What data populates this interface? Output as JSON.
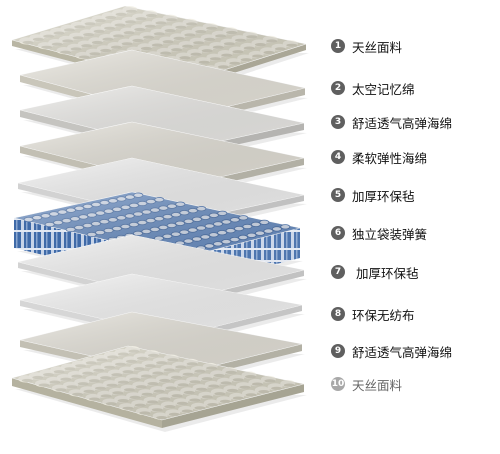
{
  "layers": [
    {
      "number": "1",
      "label": "天丝面料",
      "kind": "quilted-fabric",
      "top_color": "#dbd8c7",
      "edge_color": "#b9b6a4"
    },
    {
      "number": "2",
      "label": "太空记忆绵",
      "kind": "foam",
      "top_color": "#e9e6dd",
      "edge_color": "#c9c6ba"
    },
    {
      "number": "3",
      "label": "舒适透气高弹海绵",
      "kind": "foam",
      "top_color": "#ecebe8",
      "edge_color": "#c5c4c0"
    },
    {
      "number": "4",
      "label": "柔软弹性海绵",
      "kind": "foam",
      "top_color": "#e5e2d9",
      "edge_color": "#c2bfb3"
    },
    {
      "number": "5",
      "label": "加厚环保毡",
      "kind": "felt",
      "top_color": "#f3f3f3",
      "edge_color": "#d2d2d2"
    },
    {
      "number": "6",
      "label": "独立袋装弹簧",
      "kind": "pocket-springs",
      "top_color": "#6a8fc4",
      "edge_color": "#3e5f92"
    },
    {
      "number": "7",
      "label": "加厚环保毡",
      "kind": "felt",
      "top_color": "#f4f4f4",
      "edge_color": "#d3d3d3"
    },
    {
      "number": "8",
      "label": "环保无纺布",
      "kind": "fabric",
      "top_color": "#f6f6f6",
      "edge_color": "#d6d6d6"
    },
    {
      "number": "9",
      "label": "舒适透气高弹海绵",
      "kind": "foam",
      "top_color": "#e6e3da",
      "edge_color": "#c3c0b4"
    },
    {
      "number": "10",
      "label": "天丝面料",
      "kind": "quilted-fabric",
      "top_color": "#d9d6c5",
      "edge_color": "#b5b2a0",
      "muted": true
    }
  ],
  "colors": {
    "badge": "#5f5f5f",
    "badge_muted": "#a8a8a8",
    "label_text": "#111111",
    "label_muted": "#666666"
  }
}
